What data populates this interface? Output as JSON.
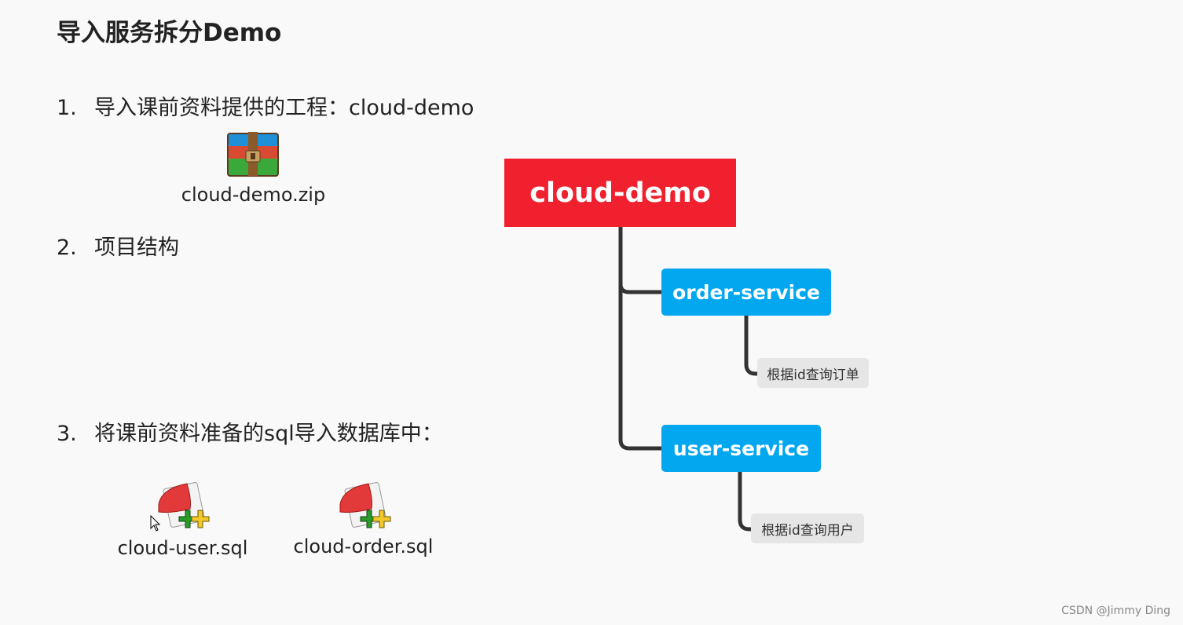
{
  "title": "导入服务拆分Demo",
  "steps": [
    {
      "num": "1.",
      "text": "导入课前资料提供的工程：cloud-demo"
    },
    {
      "num": "2.",
      "text": "项目结构"
    },
    {
      "num": "3.",
      "text": "将课前资料准备的sql导入数据库中："
    }
  ],
  "files": {
    "zip": {
      "label": "cloud-demo.zip",
      "icon": "winrar-archive-icon"
    },
    "user_sql": {
      "label": "cloud-user.sql",
      "icon": "sql-file-icon"
    },
    "order_sql": {
      "label": "cloud-order.sql",
      "icon": "sql-file-icon"
    }
  },
  "tree": {
    "root": "cloud-demo",
    "services": [
      {
        "name": "order-service",
        "desc": "根据id查询订单"
      },
      {
        "name": "user-service",
        "desc": "根据id查询用户"
      }
    ]
  },
  "colors": {
    "root": "#f0202e",
    "service": "#03a7f0",
    "leaf": "#e6e6e6",
    "connector": "#333333"
  },
  "watermark": "CSDN @Jimmy Ding"
}
